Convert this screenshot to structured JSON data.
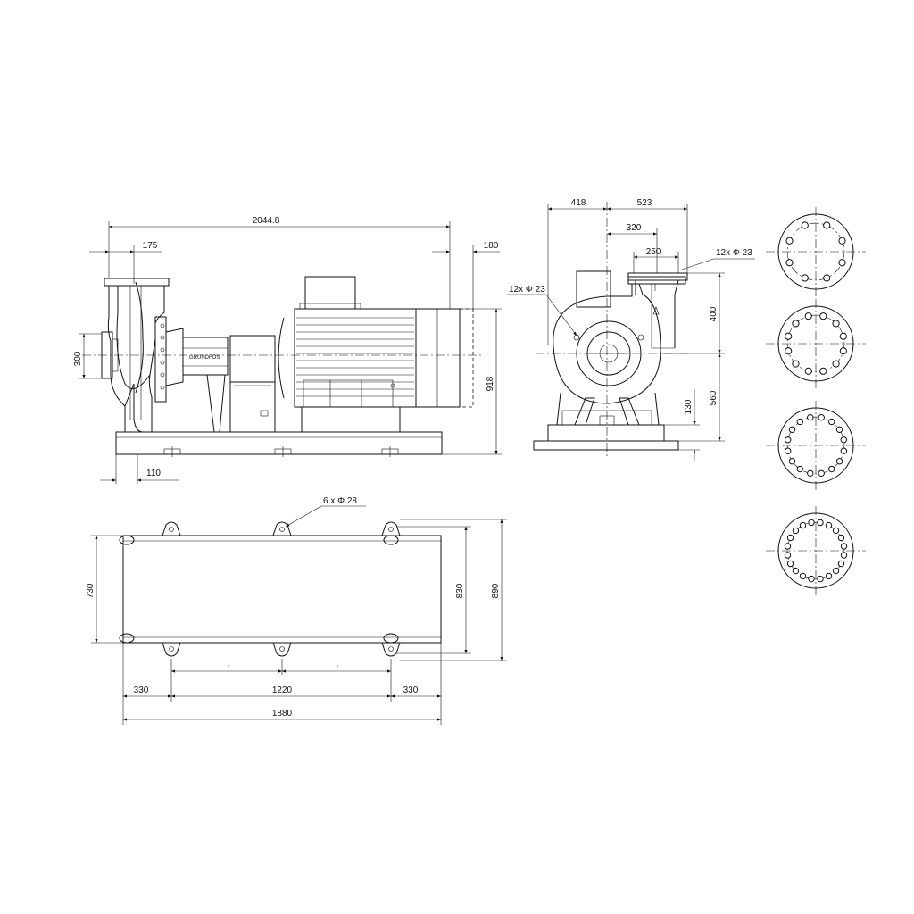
{
  "dimensions": {
    "side_overall_length": "2044.8",
    "side_suction_offset": "175",
    "side_motor_overhang": "180",
    "side_port_diameter": "300",
    "side_total_height": "918",
    "side_base_offset": "110",
    "front_left_width": "418",
    "front_right_width": "523",
    "front_outlet_offset": "320",
    "front_outlet_flange": "250",
    "front_holes_right": "12x Φ 23",
    "front_holes_left": "12x Φ 23",
    "front_upper_height": "400",
    "front_axis_height": "560",
    "front_base_height": "130",
    "plan_holes": "6 x Φ 28",
    "plan_inner_width": "730",
    "plan_mid_width": "830",
    "plan_outer_width": "890",
    "plan_left_margin": "330",
    "plan_bolt_spacing": "1220",
    "plan_right_margin": "330",
    "plan_total_length": "1880"
  },
  "flanges": [
    {
      "holes": 8
    },
    {
      "holes": 12
    },
    {
      "holes": 16
    },
    {
      "holes": 20
    }
  ]
}
